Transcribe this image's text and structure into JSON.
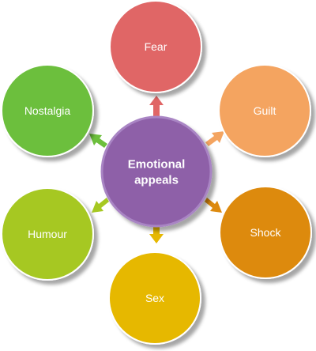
{
  "center": {
    "line1": "Emotional",
    "line2": "appeals",
    "color": "#8e60a8",
    "border": "#a985c4"
  },
  "nodes": [
    {
      "id": "fear",
      "label": "Fear",
      "color": "#e06666",
      "arrow": "#e06666"
    },
    {
      "id": "guilt",
      "label": "Guilt",
      "color": "#f4a460",
      "arrow": "#f4a460"
    },
    {
      "id": "shock",
      "label": "Shock",
      "color": "#dd8a0f",
      "arrow": "#dd8a0f"
    },
    {
      "id": "sex",
      "label": "Sex",
      "color": "#e6b800",
      "arrow": "#e6b800"
    },
    {
      "id": "humour",
      "label": "Humour",
      "color": "#a6c822",
      "arrow": "#a6c822"
    },
    {
      "id": "nostalgia",
      "label": "Nostalgia",
      "color": "#6cbf3c",
      "arrow": "#6cbf3c"
    }
  ]
}
